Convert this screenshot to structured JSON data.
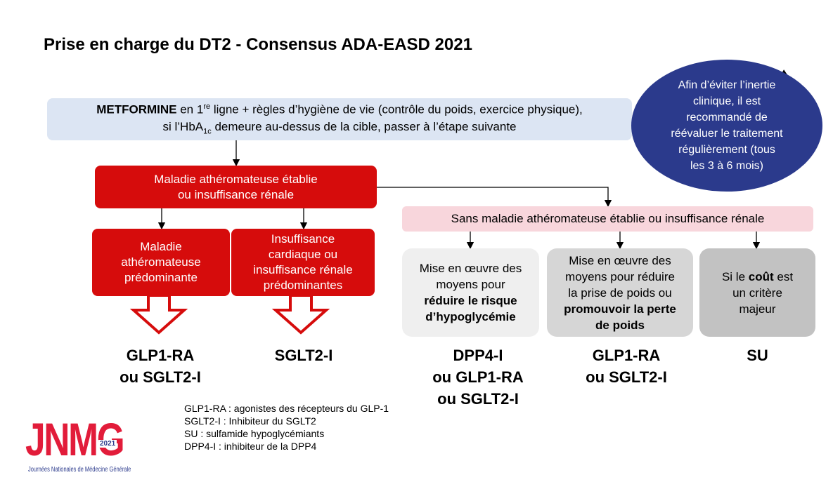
{
  "title": "Prise en charge du DT2 - Consensus ADA-EASD 2021",
  "metformin": {
    "bold": "METFORMINE",
    "line1_a": "  en 1",
    "line1_sup": "re",
    "line1_b": " ligne + règles d’hygiène de vie (contrôle du poids, exercice physique),",
    "line2_a": "si l’HbA",
    "line2_sub": "1c",
    "line2_b": " demeure au-dessus de la cible, passer à l’étape suivante"
  },
  "oval": {
    "lines": [
      "Afin d’éviter l’inertie",
      "clinique, il est",
      "recommandé de",
      "réévaluer le traitement",
      "régulièrement (tous",
      "les 3 à 6 mois)"
    ]
  },
  "established": {
    "line1": "Maladie athéromateuse établie",
    "line2": "ou insuffisance rénale"
  },
  "predominant_athero": {
    "line1": "Maladie",
    "line2": "athéromateuse",
    "line3": "prédominante"
  },
  "predominant_renal": {
    "line1": "Insuffisance",
    "line2": "cardiaque ou",
    "line3": "insuffisance rénale",
    "line4": "prédominantes"
  },
  "without": "Sans maladie athéromateuse établie ou insuffisance rénale",
  "hypo_box": {
    "line1": "Mise en œuvre des",
    "line2": "moyens pour",
    "bold1": "réduire le risque",
    "bold2": "d’hypoglycémie"
  },
  "weight_box": {
    "line1": "Mise en œuvre des",
    "line2": "moyens pour réduire",
    "line3": "la prise de poids ou",
    "bold1": "promouvoir la perte",
    "bold2": "de poids"
  },
  "cost_box": {
    "line1_a": "Si le ",
    "line1_bold": "coût",
    "line1_b": " est",
    "line2": "un critère",
    "line3": "majeur"
  },
  "results": {
    "r1": [
      "GLP1-RA",
      "ou SGLT2-I"
    ],
    "r2": [
      "SGLT2-I"
    ],
    "r3": [
      "DPP4-I",
      "ou GLP1-RA",
      "ou SGLT2-I"
    ],
    "r4": [
      "GLP1-RA",
      "ou SGLT2-I"
    ],
    "r5": [
      "SU"
    ]
  },
  "legend": [
    "GLP1-RA : agonistes des récepteurs du GLP-1",
    "SGLT2-I : Inhibiteur du SGLT2",
    "SU : sulfamide hypoglycémiants",
    "DPP4-I : inhibiteur de la DPP4"
  ],
  "logo": {
    "text": "JNMG",
    "year": "2021",
    "subtitle": "Journées Nationales de Médecine Générale"
  },
  "colors": {
    "red": "#d60c0c",
    "navy": "#2b3a8c",
    "light_blue": "#dce5f3",
    "pink": "#f8d6dc",
    "logo_red": "#e21c3a"
  }
}
